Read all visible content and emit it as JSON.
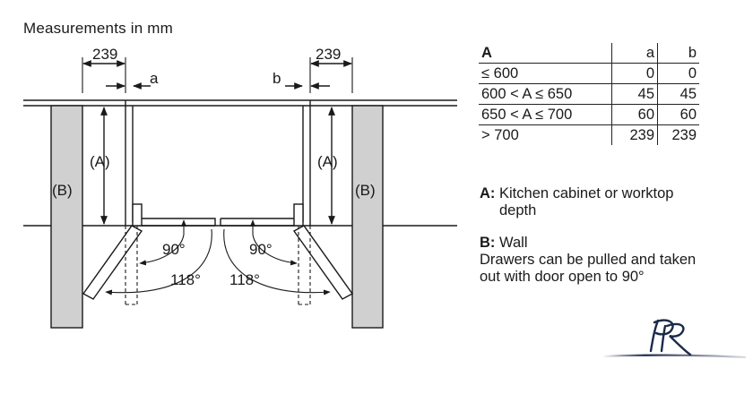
{
  "title": "Measurements in mm",
  "diagram": {
    "dim_left": "239",
    "dim_right": "239",
    "gap_a": "a",
    "gap_b": "b",
    "label_A": "(A)",
    "label_B": "(B)",
    "angle_90": "90°",
    "angle_118": "118°",
    "colors": {
      "line": "#1a1a1a",
      "wall": "#d0d0d0"
    }
  },
  "table": {
    "headers": [
      "A",
      "a",
      "b"
    ],
    "rows": [
      [
        "≤ 600",
        "0",
        "0"
      ],
      [
        "600 < A ≤ 650",
        "45",
        "45"
      ],
      [
        "650 < A ≤ 700",
        "60",
        "60"
      ],
      [
        "> 700",
        "239",
        "239"
      ]
    ]
  },
  "legend": {
    "a_key": "A:",
    "a_text_1": "Kitchen cabinet or worktop",
    "a_text_2": "depth",
    "b_key": "B:",
    "b_text": "Wall",
    "note_1": "Drawers can be pulled and taken",
    "note_2": "out with door open to 90°"
  },
  "logo": {
    "letters": "PR",
    "icon": "pr-monogram-logo"
  }
}
